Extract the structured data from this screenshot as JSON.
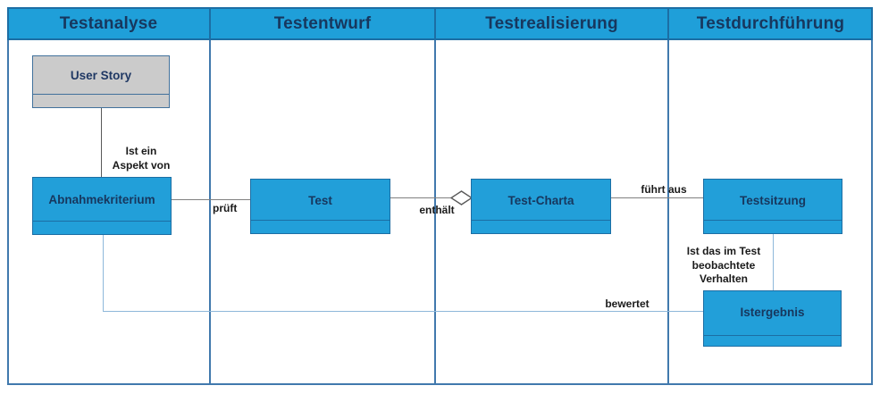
{
  "diagram_title": "Test process swimlane diagram",
  "colors": {
    "lane_fill": "#1F9FD9",
    "lane_border": "#1C6EA4",
    "frame_border": "#4179AD",
    "node_fill": "#229FD9",
    "node_border": "#1C6EA4",
    "node_text": "#17375E",
    "user_story_fill": "#CBCBCB",
    "user_story_border": "#41719C",
    "connector_gray": "#808080",
    "connector_light_blue": "#8EB8DA",
    "edge_label_text": "#1A1A1A"
  },
  "lanes": [
    {
      "label": "Testanalyse"
    },
    {
      "label": "Testentwurf"
    },
    {
      "label": "Testrealisierung"
    },
    {
      "label": "Testdurchführung"
    }
  ],
  "nodes": {
    "user_story": {
      "label": "User Story"
    },
    "abnahmekriterium": {
      "label": "Abnahmekriterium"
    },
    "test": {
      "label": "Test"
    },
    "test_charta": {
      "label": "Test-Charta"
    },
    "testsitzung": {
      "label": "Testsitzung"
    },
    "istergebnis": {
      "label": "Istergebnis"
    }
  },
  "edges": {
    "aspekt": {
      "label": "Ist ein\nAspekt von"
    },
    "prueft": {
      "label": "prüft"
    },
    "enthaelt": {
      "label": "enthält"
    },
    "fuehrt_aus": {
      "label": "führt aus"
    },
    "verhalten": {
      "label": "Ist das im Test\nbeobachtete\nVerhalten"
    },
    "bewertet": {
      "label": "bewertet"
    }
  }
}
